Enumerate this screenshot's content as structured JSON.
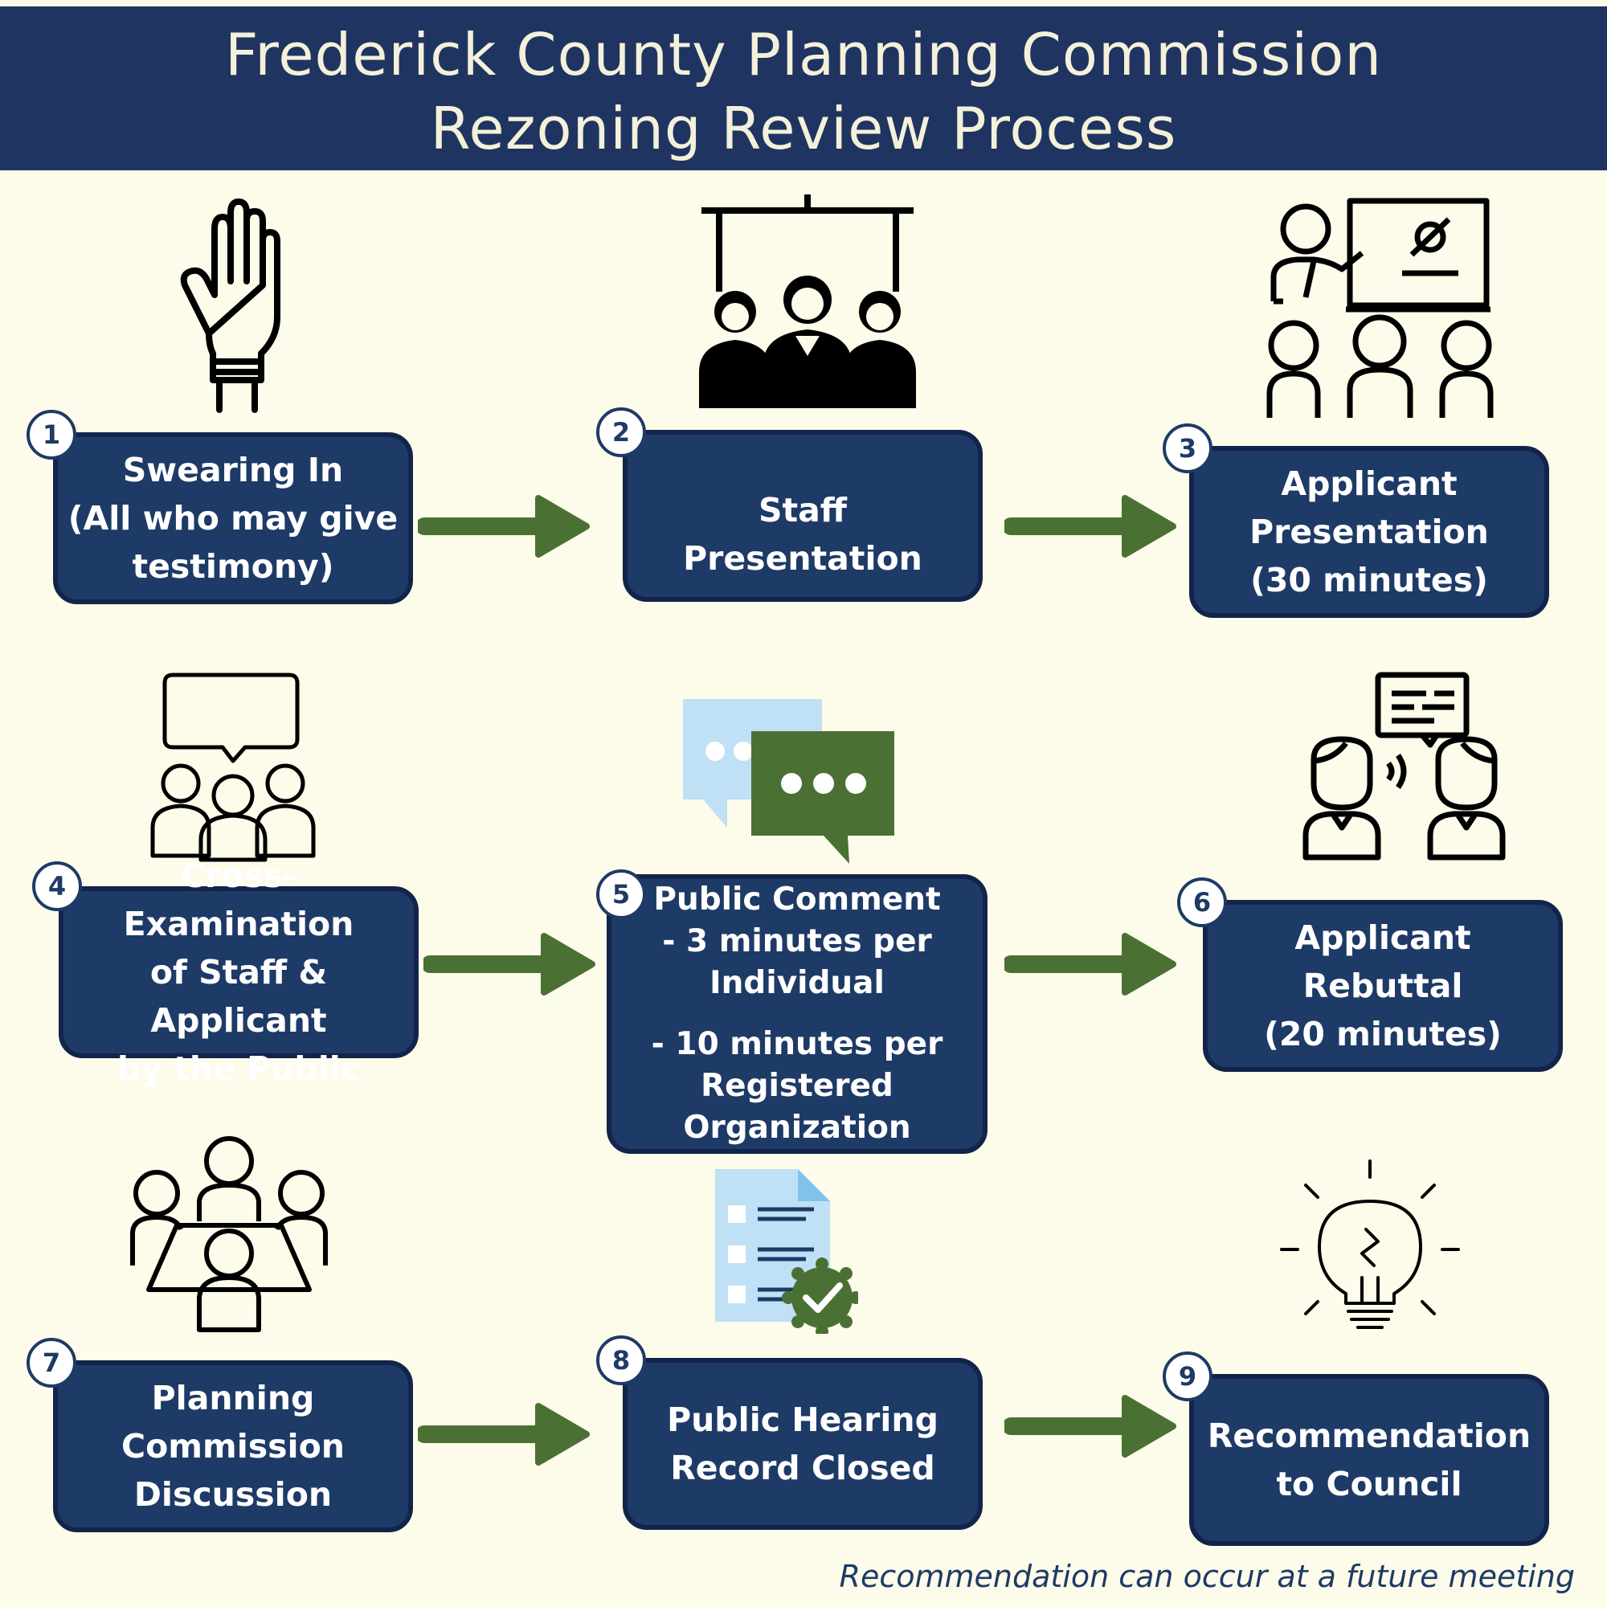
{
  "header": {
    "line1": "Frederick County Planning Commission",
    "line2": "Rezoning Review Process"
  },
  "steps": [
    {
      "number": "1",
      "lines": [
        "Swearing In",
        "(All who may give",
        "testimony)"
      ]
    },
    {
      "number": "2",
      "lines": [
        "Staff Presentation"
      ]
    },
    {
      "number": "3",
      "lines": [
        "Applicant",
        "Presentation",
        "(30 minutes)"
      ]
    },
    {
      "number": "4",
      "lines": [
        "Cross-Examination",
        "of Staff & Applicant",
        "by the Public"
      ]
    },
    {
      "number": "5",
      "lines": [
        "Public Comment",
        "- 3 minutes per",
        "Individual",
        "- 10 minutes per",
        "Registered",
        "Organization"
      ]
    },
    {
      "number": "6",
      "lines": [
        "Applicant Rebuttal",
        "(20 minutes)"
      ]
    },
    {
      "number": "7",
      "lines": [
        "Planning",
        "Commission",
        "Discussion"
      ]
    },
    {
      "number": "8",
      "lines": [
        "Public Hearing",
        "Record Closed"
      ]
    },
    {
      "number": "9",
      "lines": [
        "Recommendation",
        "to Council"
      ]
    }
  ],
  "footnote": "Recommendation can occur at a future meeting",
  "icons": [
    "raised-hand-icon",
    "panel-presenters-icon",
    "teacher-classroom-icon",
    "crowd-speech-icon",
    "chat-bubbles-icon",
    "conversation-icon",
    "meeting-table-icon",
    "checklist-approved-icon",
    "lightbulb-icon"
  ],
  "colors": {
    "background": "#fdfbe9",
    "header": "#1f3461",
    "box": "#1e3a66",
    "arrow": "#4b7034",
    "chat_light": "#bfe0f5",
    "chat_dark": "#4b7034"
  }
}
